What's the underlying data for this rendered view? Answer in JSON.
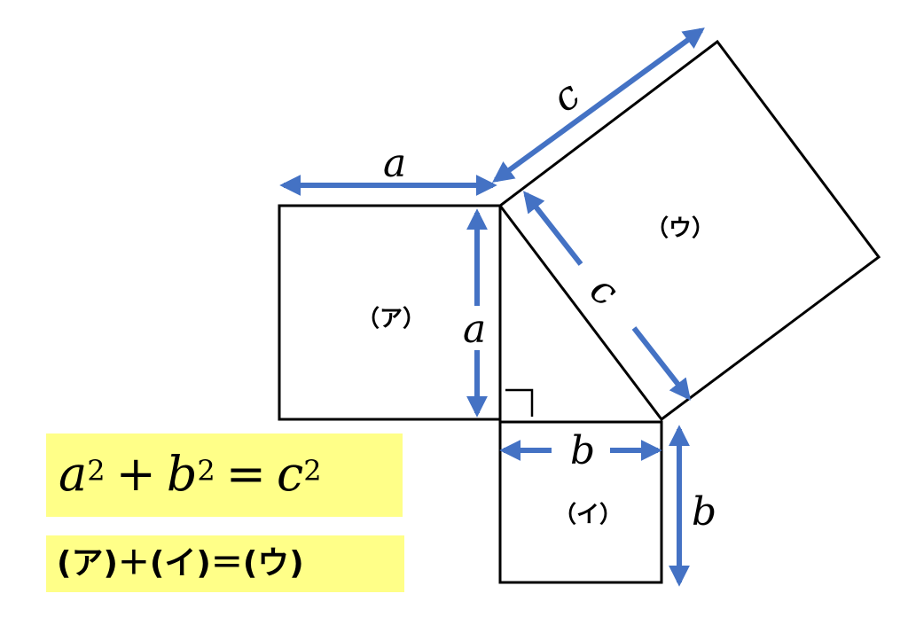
{
  "labels": {
    "side_a_top": "a",
    "side_a_right": "a",
    "side_b_bottom": "b",
    "side_b_right": "b",
    "side_c_top": "c",
    "side_c_hyp": "c",
    "square_a": "（ア）",
    "square_b": "（イ）",
    "square_c": "（ウ）"
  },
  "formula": {
    "a": "a",
    "b": "b",
    "c": "c",
    "exp_a": "2",
    "exp_b": "2",
    "exp_c": "2",
    "plus": "+",
    "equals": "="
  },
  "words": {
    "text": "(ア)＋(イ)＝(ウ)"
  },
  "colors": {
    "arrow": "#4472C4",
    "highlight": "#ffff88",
    "line": "#000000"
  }
}
